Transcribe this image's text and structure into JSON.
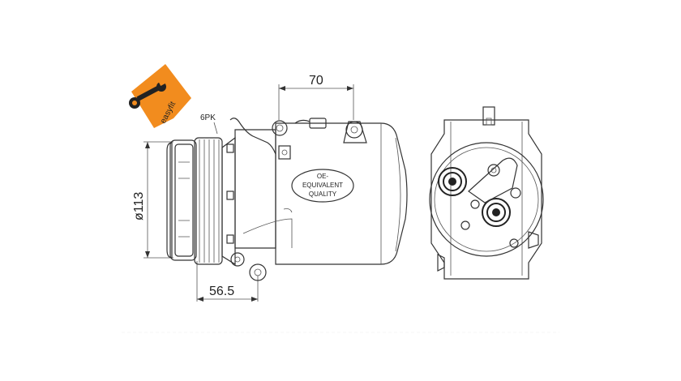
{
  "logo": {
    "brand_text": "easyfit",
    "icon": "wrench-icon",
    "color": "#f28c1e"
  },
  "labels": {
    "belt": "6PK",
    "dim_top": "70",
    "dim_left": "ø113",
    "dim_bottom": "56.5"
  },
  "badge": {
    "line1": "OE-",
    "line2": "EQUIVALENT",
    "line3": "QUALITY"
  }
}
